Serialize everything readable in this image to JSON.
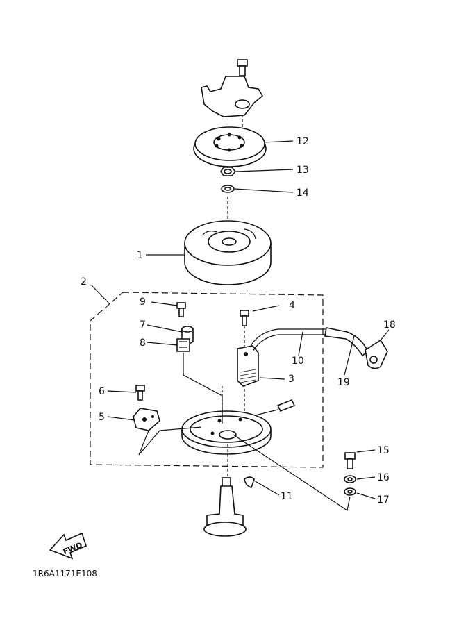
{
  "diagram": {
    "drawing_code": "1R6A1171E108",
    "direction_label": "FWD",
    "callouts": [
      "1",
      "2",
      "3",
      "4",
      "5",
      "6",
      "7",
      "8",
      "9",
      "10",
      "11",
      "12",
      "13",
      "14",
      "15",
      "16",
      "17",
      "18",
      "19"
    ]
  }
}
